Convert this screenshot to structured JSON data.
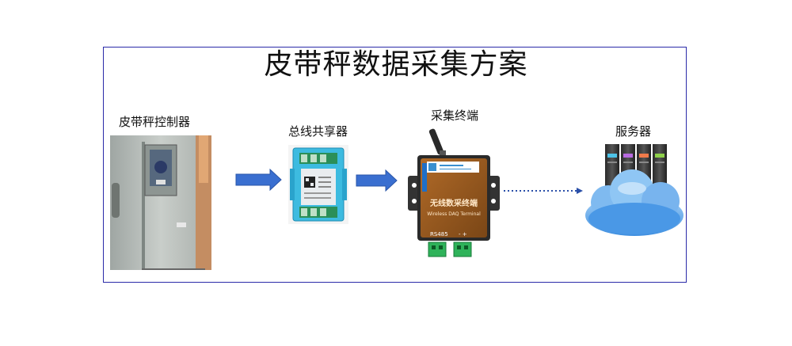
{
  "title": "皮带秤数据采集方案",
  "nodes": [
    {
      "label": "皮带秤控制器",
      "icon": "control-cabinet-photo"
    },
    {
      "label": "总线共享器",
      "icon": "bus-sharer-device"
    },
    {
      "label": "采集终端",
      "icon": "wireless-terminal-device"
    },
    {
      "label": "服务器",
      "icon": "cloud-server"
    }
  ],
  "terminal": {
    "face_text": "无线数采终端",
    "face_subtext": "Wireless DAQ Terminal",
    "port_label": "RS485",
    "port_signs": "- +"
  },
  "colors": {
    "frame": "#2a2aa8",
    "arrow": "#3a6fd0",
    "terminal_body": "#9a5a1e",
    "sharer_body": "#3dbbe0",
    "cloud": "#5fa8ec"
  }
}
